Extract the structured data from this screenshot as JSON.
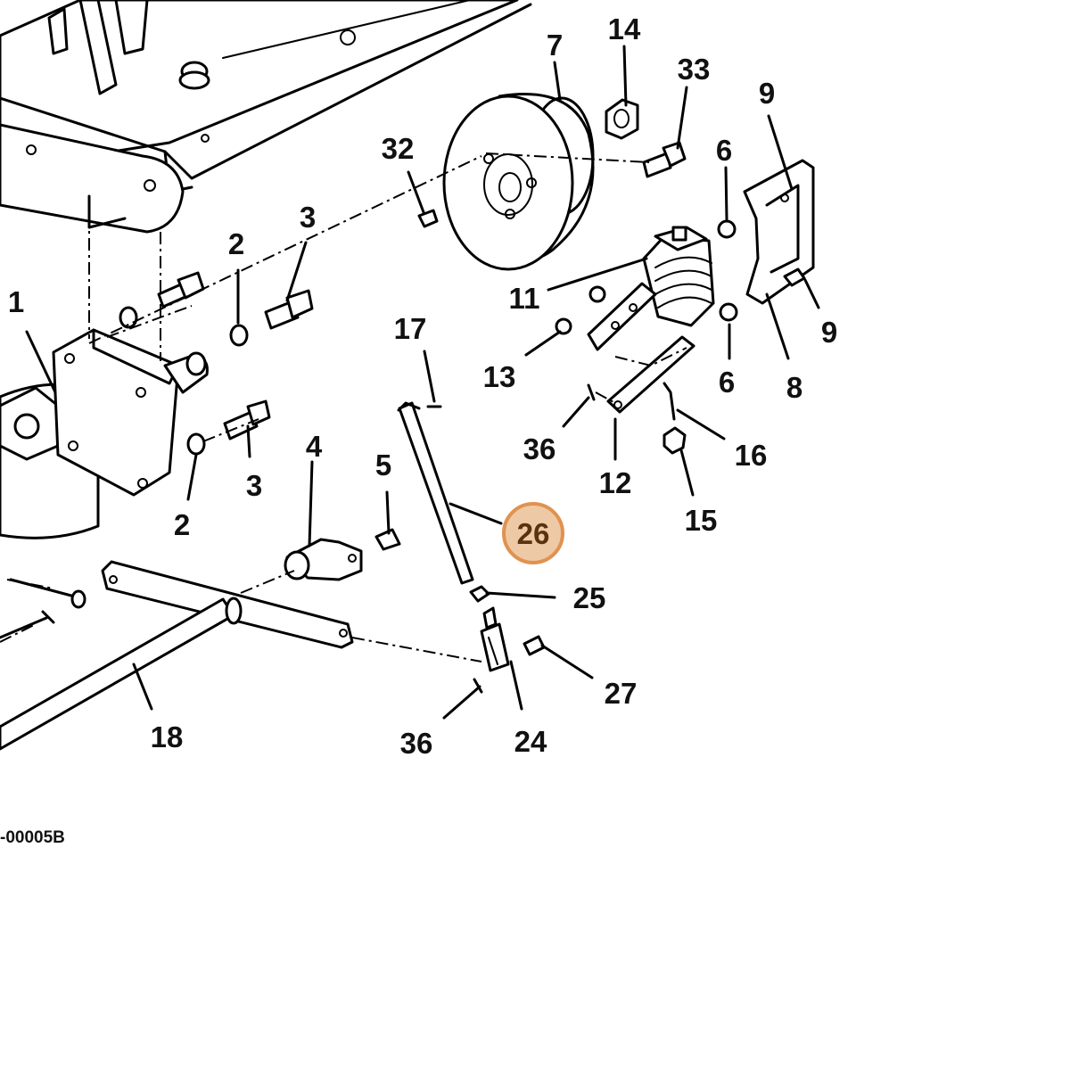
{
  "callouts": [
    {
      "id": "1",
      "label": "1"
    },
    {
      "id": "2a",
      "label": "2"
    },
    {
      "id": "2b",
      "label": "2"
    },
    {
      "id": "3a",
      "label": "3"
    },
    {
      "id": "3b",
      "label": "3"
    },
    {
      "id": "4",
      "label": "4"
    },
    {
      "id": "5",
      "label": "5"
    },
    {
      "id": "6a",
      "label": "6"
    },
    {
      "id": "6b",
      "label": "6"
    },
    {
      "id": "7",
      "label": "7"
    },
    {
      "id": "8",
      "label": "8"
    },
    {
      "id": "9a",
      "label": "9"
    },
    {
      "id": "9b",
      "label": "9"
    },
    {
      "id": "11",
      "label": "11"
    },
    {
      "id": "12",
      "label": "12"
    },
    {
      "id": "13",
      "label": "13"
    },
    {
      "id": "14",
      "label": "14"
    },
    {
      "id": "15",
      "label": "15"
    },
    {
      "id": "16",
      "label": "16"
    },
    {
      "id": "17",
      "label": "17"
    },
    {
      "id": "18",
      "label": "18"
    },
    {
      "id": "24",
      "label": "24"
    },
    {
      "id": "25",
      "label": "25"
    },
    {
      "id": "27",
      "label": "27"
    },
    {
      "id": "32",
      "label": "32"
    },
    {
      "id": "33",
      "label": "33"
    },
    {
      "id": "36a",
      "label": "36"
    },
    {
      "id": "36b",
      "label": "36"
    }
  ],
  "highlight": {
    "label": "26",
    "fill": "#eec9a6",
    "stroke": "#e0924f"
  },
  "figure_code": "-00005B"
}
